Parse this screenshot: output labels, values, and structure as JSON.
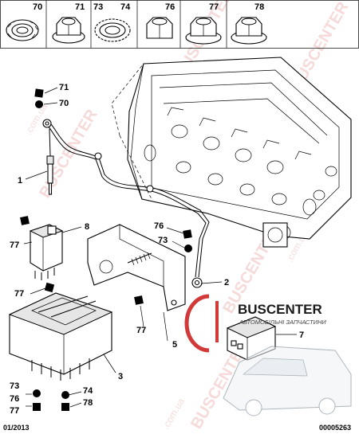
{
  "header": {
    "cells": [
      {
        "id": "70",
        "icon": "serrated-washer-icon"
      },
      {
        "id": "71",
        "icon": "flange-nut-icon"
      },
      {
        "id": "73",
        "icon": "tooth-lock-washer-icon"
      },
      {
        "id": "74",
        "icon": "tooth-lock-washer-icon"
      },
      {
        "id": "76",
        "icon": "hex-nut-icon"
      },
      {
        "id": "77",
        "icon": "flange-nut-icon"
      },
      {
        "id": "78",
        "icon": "flange-nut-icon"
      }
    ]
  },
  "callouts": {
    "c71": "71",
    "c70": "70",
    "c1": "1",
    "c8": "8",
    "c77a": "77",
    "c76a": "76",
    "c73a": "73",
    "c2": "2",
    "c77b": "77",
    "c77c": "77",
    "c5": "5",
    "c3": "3",
    "c73b": "73",
    "c76b": "76",
    "c74": "74",
    "c78": "78",
    "c7": "7"
  },
  "watermark": {
    "brand": "BUSCENTER",
    "subtitle": "АВТОМОБІЛЬНІ ЗАПЧАСТИНИ",
    "repeat_text": "BUSCENTER",
    "repeat_domain": ".com.ua"
  },
  "footer": {
    "date": "01/2013",
    "code": "00005263"
  },
  "colors": {
    "brand_red": "#d23a3a",
    "ink": "#000000"
  }
}
